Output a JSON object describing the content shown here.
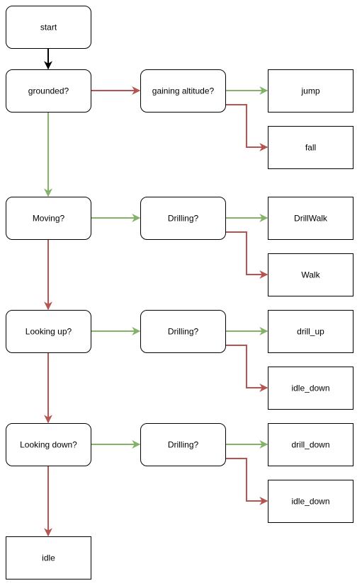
{
  "colors": {
    "yes": "#82b366",
    "no": "#b85450",
    "default": "#000000"
  },
  "nodes": {
    "start": "start",
    "grounded": "grounded?",
    "gaining_altitude": "gaining altitude?",
    "jump": "jump",
    "fall": "fall",
    "moving": "Moving?",
    "drilling_1": "Drilling?",
    "drillwalk": "DrillWalk",
    "walk": "Walk",
    "looking_up": "Looking up?",
    "drilling_2": "Drilling?",
    "drill_up": "drill_up",
    "idle_down_1": "idle_down",
    "looking_down": "Looking down?",
    "drilling_3": "Drilling?",
    "drill_down": "drill_down",
    "idle_down_2": "idle_down",
    "idle": "idle"
  }
}
